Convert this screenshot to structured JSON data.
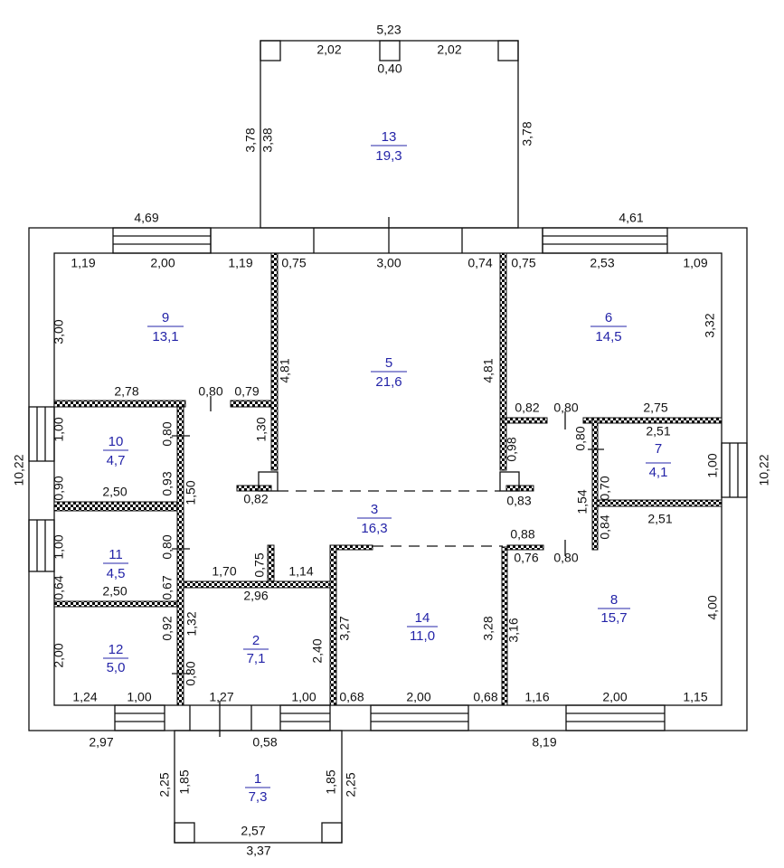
{
  "rooms": [
    {
      "no": "13",
      "area": "19,3"
    },
    {
      "no": "9",
      "area": "13,1"
    },
    {
      "no": "5",
      "area": "21,6"
    },
    {
      "no": "6",
      "area": "14,5"
    },
    {
      "no": "10",
      "area": "4,7"
    },
    {
      "no": "7",
      "area": "4,1"
    },
    {
      "no": "3",
      "area": "16,3"
    },
    {
      "no": "11",
      "area": "4,5"
    },
    {
      "no": "14",
      "area": "11,0"
    },
    {
      "no": "8",
      "area": "15,7"
    },
    {
      "no": "12",
      "area": "5,0"
    },
    {
      "no": "2",
      "area": "7,1"
    },
    {
      "no": "1",
      "area": "7,3"
    }
  ],
  "dims": [
    "5,23",
    "2,02",
    "0,40",
    "2,02",
    "3,78",
    "3,38",
    "3,78",
    "4,69",
    "4,61",
    "1,19",
    "2,00",
    "1,19",
    "0,75",
    "3,00",
    "0,74",
    "0,75",
    "2,53",
    "1,09",
    "3,00",
    "3,32",
    "4,81",
    "4,81",
    "2,78",
    "0,80",
    "0,79",
    "0,82",
    "0,80",
    "2,75",
    "2,51",
    "1,00",
    "0,80",
    "1,30",
    "0,98",
    "0,80",
    "0,90",
    "0,93",
    "2,50",
    "1,50",
    "0,82",
    "0,83",
    "1,54",
    "0,70",
    "1,00",
    "10,22",
    "10,22",
    "2,51",
    "0,84",
    "0,88",
    "1,00",
    "0,80",
    "0,64",
    "0,67",
    "2,50",
    "1,70",
    "0,75",
    "1,14",
    "0,76",
    "0,80",
    "2,96",
    "2,00",
    "0,92",
    "1,32",
    "3,27",
    "2,40",
    "3,28",
    "3,16",
    "4,00",
    "0,80",
    "1,24",
    "1,00",
    "1,27",
    "1,00",
    "0,68",
    "2,00",
    "0,68",
    "1,16",
    "2,00",
    "1,15",
    "2,97",
    "0,58",
    "8,19",
    "2,25",
    "1,85",
    "1,85",
    "2,25",
    "2,57",
    "3,37"
  ]
}
